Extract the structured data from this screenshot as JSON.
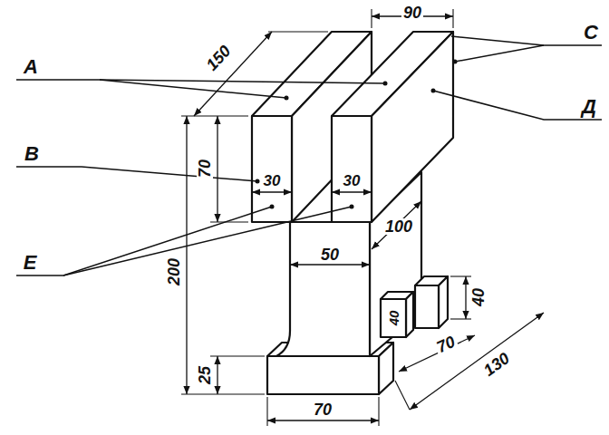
{
  "diagram": {
    "labels": [
      "А",
      "150",
      "90",
      "С",
      "Д",
      "70",
      "В",
      "30",
      "30",
      "Е",
      "200",
      "50",
      "100",
      "40",
      "40",
      "25",
      "70",
      "130",
      "70"
    ]
  }
}
